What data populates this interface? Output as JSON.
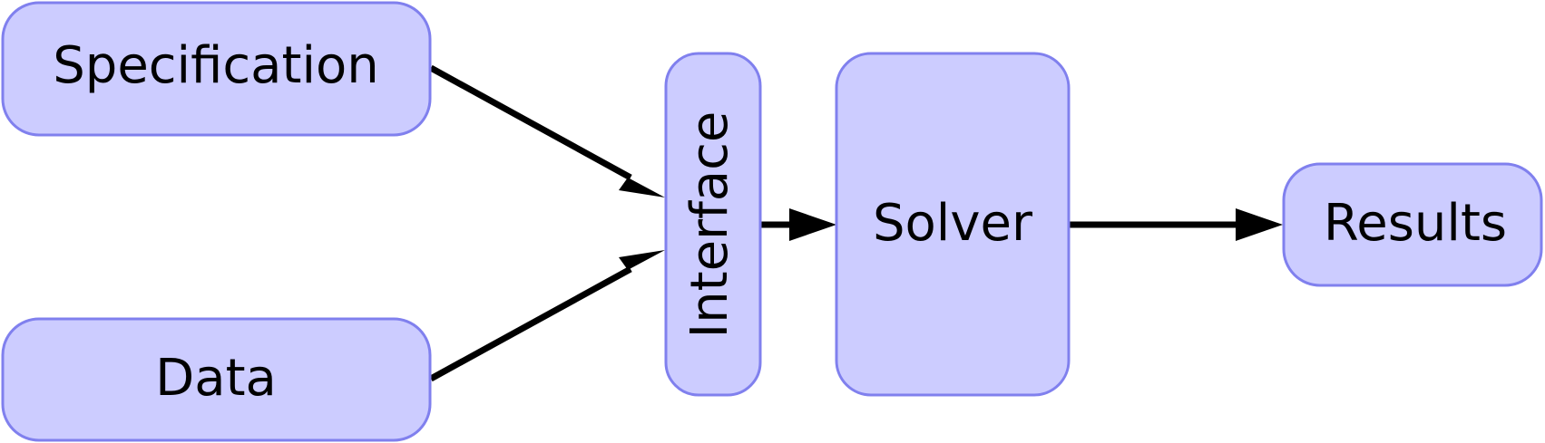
{
  "nodes": {
    "specification": {
      "label": "Specification"
    },
    "data": {
      "label": "Data"
    },
    "interface": {
      "label": "Interface"
    },
    "solver": {
      "label": "Solver"
    },
    "results": {
      "label": "Results"
    }
  },
  "edges": [
    {
      "from": "specification",
      "to": "interface"
    },
    {
      "from": "data",
      "to": "interface"
    },
    {
      "from": "interface",
      "to": "solver"
    },
    {
      "from": "solver",
      "to": "results"
    }
  ],
  "colors": {
    "node_fill": "#ccccff",
    "node_stroke": "#8080ee",
    "edge": "#000000",
    "text": "#000000"
  }
}
